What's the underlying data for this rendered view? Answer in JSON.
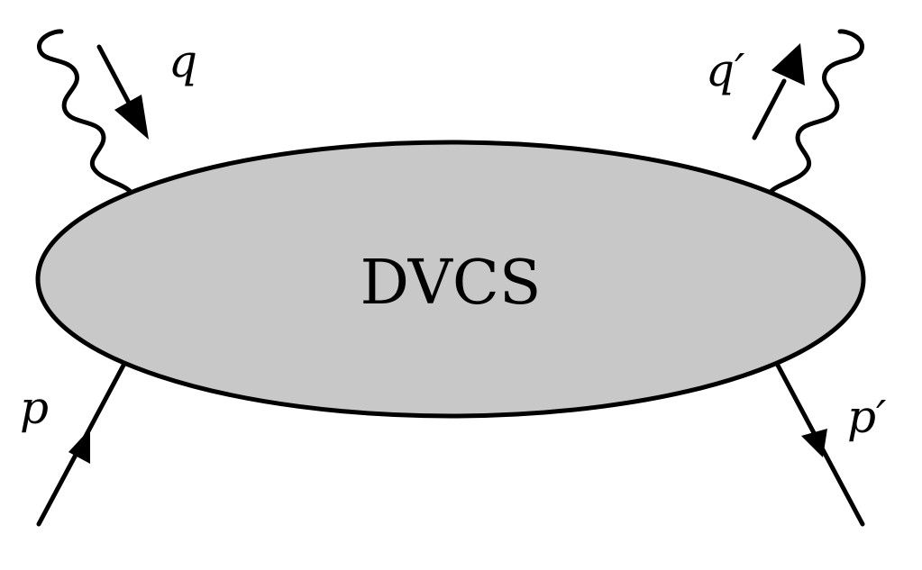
{
  "diagram": {
    "blob_label": "DVCS",
    "blob_fill": "#c8c8c8",
    "stroke_color": "#000000",
    "labels": {
      "photon_in": "q",
      "photon_out": "q′",
      "proton_in": "p",
      "proton_out": "p′"
    }
  }
}
